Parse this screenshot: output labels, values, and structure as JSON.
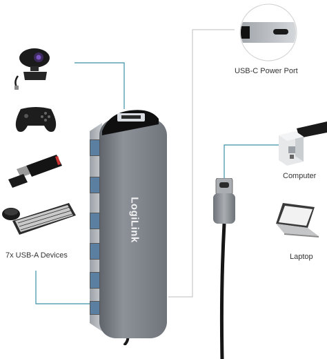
{
  "hub": {
    "brand": "LogiLink"
  },
  "labels": {
    "usb_c_port": "USB-C Power Port",
    "usb_a_devices": "7x USB-A Devices",
    "computer": "Computer",
    "laptop": "Laptop"
  },
  "colors": {
    "connector_lines": "#3a8fa6",
    "thin_lines": "#bcbcbc",
    "hub_body": "#7c8188",
    "cable": "#1a1a1a"
  },
  "icons": {
    "webcam": "webcam-icon",
    "gamepad": "gamepad-icon",
    "usb_stick": "usb-stick-icon",
    "keyboard_mouse": "keyboard-mouse-icon",
    "usb_c_plug": "usb-c-plug-icon",
    "computer": "computer-icon",
    "laptop": "laptop-icon"
  }
}
